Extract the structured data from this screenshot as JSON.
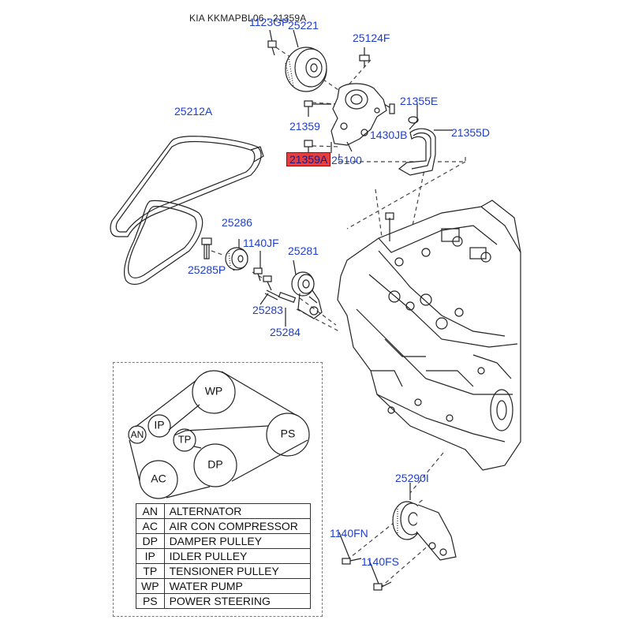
{
  "diagram": {
    "title": "KIA KKMAPBL06 - 21359A",
    "part_labels": {
      "p1123": "1123GP",
      "p25221": "25221",
      "p25124f": "25124F",
      "p25212a": "25212A",
      "p21355e": "21355E",
      "p21359": "21359",
      "p1430jb": "1430JB",
      "p21355d": "21355D",
      "p21359a": "21359A",
      "p25100": "25100",
      "p25286": "25286",
      "p1140jf": "1140JF",
      "p25281": "25281",
      "p25285p": "25285P",
      "p25283": "25283",
      "p25284": "25284",
      "p25290i": "25290I",
      "p1140fn": "1140FN",
      "p1140fs": "1140FS"
    },
    "belt_routing": {
      "WP": "WP",
      "IP": "IP",
      "AN": "AN",
      "TP": "TP",
      "PS": "PS",
      "DP": "DP",
      "AC": "AC"
    },
    "legend": [
      {
        "code": "AN",
        "name": "ALTERNATOR"
      },
      {
        "code": "AC",
        "name": "AIR CON COMPRESSOR"
      },
      {
        "code": "DP",
        "name": "DAMPER PULLEY"
      },
      {
        "code": "IP",
        "name": "IDLER PULLEY"
      },
      {
        "code": "TP",
        "name": "TENSIONER PULLEY"
      },
      {
        "code": "WP",
        "name": "WATER PUMP"
      },
      {
        "code": "PS",
        "name": "POWER STEERING"
      }
    ],
    "colors": {
      "label": "#1f3fc8",
      "highlight": "#e53e3e",
      "line": "#222222"
    }
  }
}
